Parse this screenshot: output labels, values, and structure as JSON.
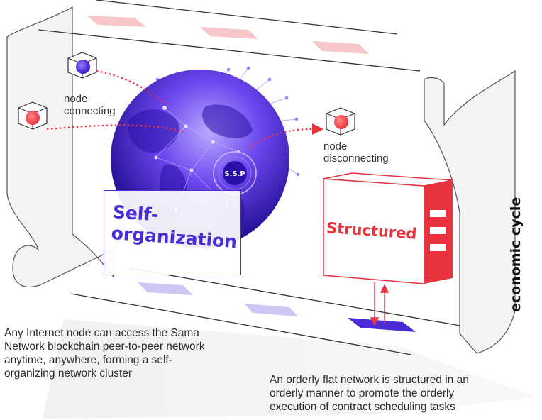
{
  "nodes": {
    "connecting_label": [
      "node",
      "connecting"
    ],
    "disconnecting_label": [
      "node",
      "disconnecting"
    ]
  },
  "globe": {
    "badge_text": "S.S.P"
  },
  "self_organization": {
    "label_line1": "Self-",
    "label_line2": "organization"
  },
  "structured": {
    "label": "Structured"
  },
  "economic_cycle": {
    "label": "economic cycle"
  },
  "descriptions": {
    "left": [
      "Any Internet node can access the Sama",
      "Network blockchain peer-to-peer network",
      "anytime, anywhere, forming a self-",
      "organizing network cluster"
    ],
    "right": [
      "An orderly flat network is structured in an",
      "orderly manner to promote the orderly",
      "execution of contract scheduling tasks"
    ]
  },
  "colors": {
    "accent_purple": "#4a2bd6",
    "accent_red": "#e8323e",
    "light_red": "#f7c6c9",
    "light_purple": "#cfc6f6",
    "panel_stroke": "#555555"
  }
}
